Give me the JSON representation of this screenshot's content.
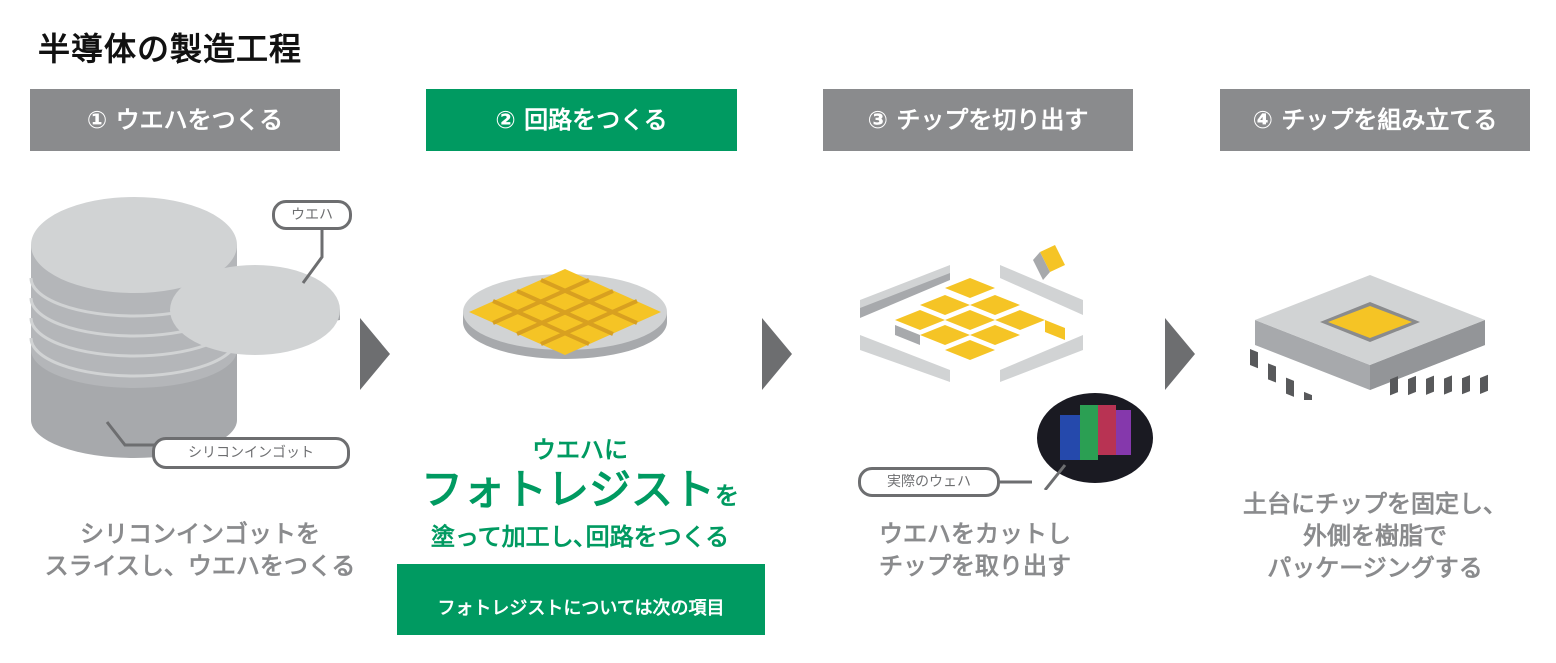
{
  "title": "半導体の製造工程",
  "colors": {
    "accent_green": "#009a61",
    "header_gray": "#8a8b8d",
    "arrow_gray": "#6d6e70",
    "chip_yellow": "#f5c425",
    "wafer_light": "#d1d3d4",
    "wafer_dark": "#a7a9ac"
  },
  "steps": [
    {
      "header": "① ウエハをつくる",
      "callouts": [
        "ウエハ",
        "シリコンインゴット"
      ],
      "description": [
        "シリコンインゴットを",
        "スライスし、ウエハをつくる"
      ],
      "illustration": "silicon-ingot-and-wafer"
    },
    {
      "header": "② 回路をつくる",
      "highlight": {
        "line1": "ウエハに",
        "line2_main": "フォトレジスト",
        "line2_suffix": "を",
        "line3": "塗って加工し､回路をつくる"
      },
      "button": "フォトレジストについては次の項目",
      "illustration": "wafer-with-circuit-grid"
    },
    {
      "header": "③ チップを切り出す",
      "callouts": [
        "実際のウェハ"
      ],
      "description": [
        "ウエハをカットし",
        "チップを取り出す"
      ],
      "illustration": "diced-wafer-chips"
    },
    {
      "header": "④ チップを組み立てる",
      "description": [
        "土台にチップを固定し、",
        "外側を樹脂で",
        "パッケージングする"
      ],
      "illustration": "packaged-chip"
    }
  ]
}
